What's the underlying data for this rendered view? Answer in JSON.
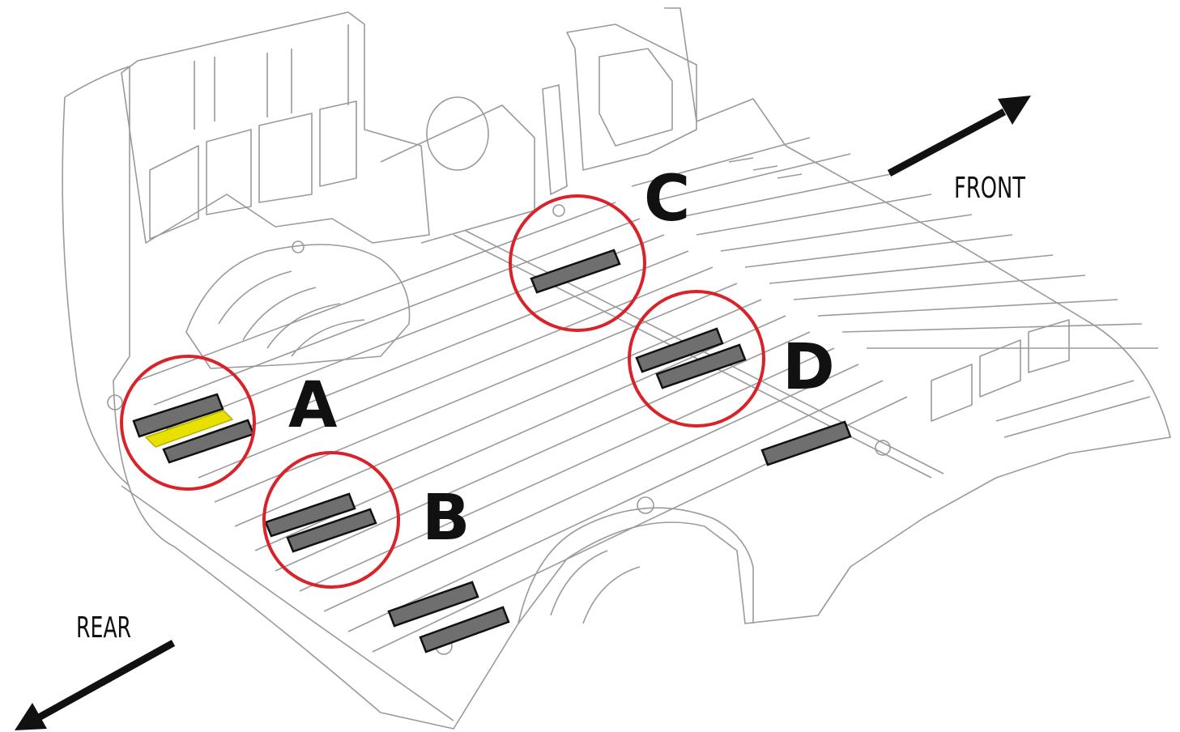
{
  "labels": {
    "front": "FRONT",
    "rear": "REAR",
    "zone_a": "A",
    "zone_b": "B",
    "zone_c": "C",
    "zone_d": "D"
  },
  "colors": {
    "circle": "#d8232a",
    "pad_fill": "#6f6f6f",
    "pad_stroke": "#111111",
    "highlight": "#e8e000",
    "line_art": "#9a9a9a",
    "text": "#111111"
  },
  "icons": {
    "front_arrow": "arrow-up-right-icon",
    "rear_arrow": "arrow-down-left-icon"
  }
}
